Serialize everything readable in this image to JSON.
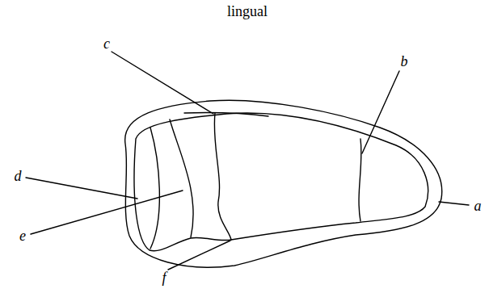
{
  "diagram": {
    "labels": [
      "lingual",
      "c",
      "b",
      "d",
      "a",
      "e",
      "f"
    ]
  }
}
